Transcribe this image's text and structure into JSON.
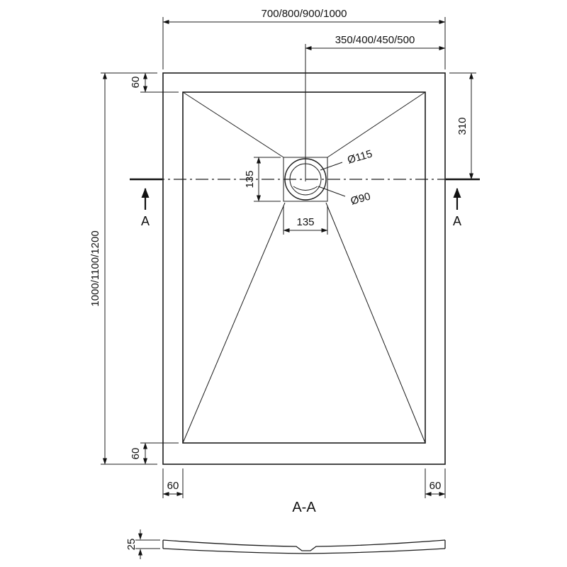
{
  "drawing": {
    "dim_width": "700/800/900/1000",
    "dim_half_width": "350/400/450/500",
    "dim_height": "1000/1100/1200",
    "dim_drain_from_top": "310",
    "dim_top_margin": "60",
    "dim_bottom_margin": "60",
    "dim_bottom_left_margin": "60",
    "dim_bottom_right_margin": "60",
    "dim_drain_box_vertical": "135",
    "dim_drain_box_horizontal": "135",
    "label_drain_outer": "Ø115",
    "label_drain_inner": "Ø90",
    "section_marker_left": "A",
    "section_marker_right": "A",
    "section_title": "A-A",
    "dim_section_thickness": "25"
  }
}
